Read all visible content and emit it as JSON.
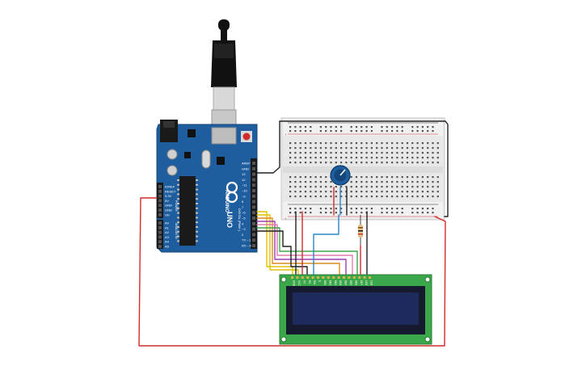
{
  "arduino": {
    "brand": "ARDUINO",
    "model": "UNO",
    "digital_header_labels": [
      "AREF",
      "GND",
      "13",
      "12",
      "~11",
      "~10",
      "~9",
      "8",
      "7",
      "~6",
      "~5",
      "4",
      "~3",
      "2",
      "TX→1",
      "RX←0"
    ],
    "power_header_labels": [
      "IOREF",
      "RESET",
      "3.3V",
      "5V",
      "GND",
      "GND",
      "Vin"
    ],
    "analog_header_labels": [
      "A0",
      "A1",
      "A2",
      "A3",
      "A4",
      "A5"
    ],
    "power_section_label": "POWER",
    "analog_section_label": "ANALOG IN",
    "digital_section_label": "DIGITAL (PWM~)",
    "icons": [
      "usb-plug-icon",
      "infinity-logo-icon",
      "power-jack-icon",
      "reset-button-icon"
    ]
  },
  "breadboard": {
    "columns": 30,
    "rows_per_half": 5,
    "rail_plus": "+",
    "rail_minus": "−"
  },
  "lcd": {
    "pin_labels": [
      "GND",
      "VCC",
      "V0",
      "RS",
      "RW",
      "E",
      "DB0",
      "DB1",
      "DB2",
      "DB3",
      "DB4",
      "DB5",
      "DB6",
      "DB7",
      "LED",
      "LED"
    ],
    "screen_color": "#1f2a5c",
    "board_color": "#3aa84a"
  },
  "colors": {
    "arduino_board": "#1f5e9e",
    "wire_red": "#d12b2b",
    "wire_black": "#222222",
    "wire_yellow": "#e0c200",
    "wire_orange": "#e08a1e",
    "wire_purple": "#9b3fb6",
    "wire_pink": "#e07ab0",
    "wire_blue": "#2a86c8",
    "wire_green": "#3fa84a",
    "potentiometer": "#1f5e9e"
  }
}
